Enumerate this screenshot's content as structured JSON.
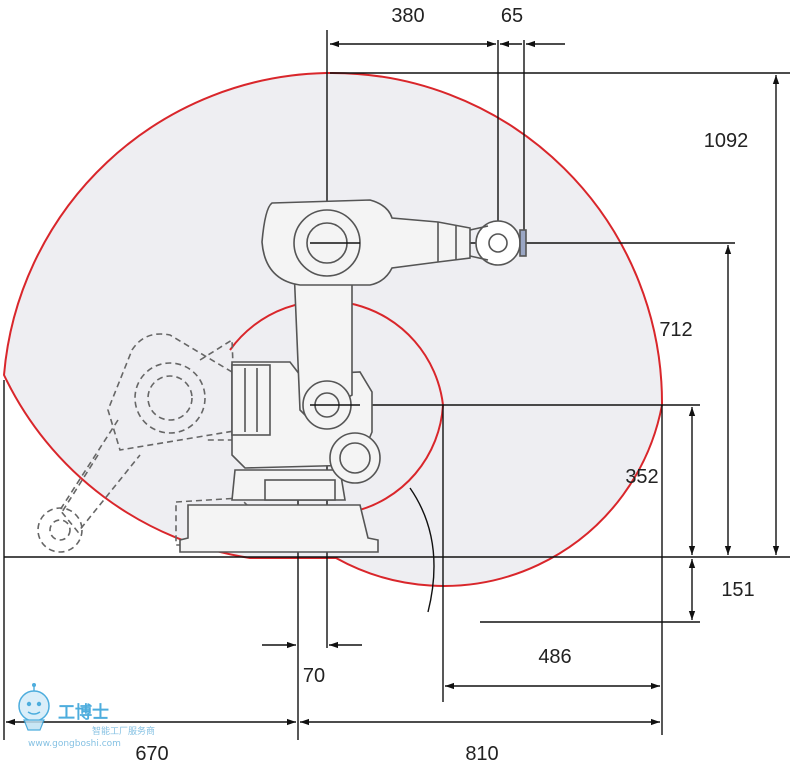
{
  "diagram": {
    "dimensions": {
      "top_380": "380",
      "top_65": "65",
      "right_1092": "1092",
      "right_712": "712",
      "right_352": "352",
      "right_151": "151",
      "bottom_486": "486",
      "bottom_70": "70",
      "bottom_670": "670",
      "bottom_810": "810"
    },
    "colors": {
      "envelope_stroke": "#d9262b",
      "envelope_fill": "#eeeef2",
      "line": "#111111",
      "robot_stroke": "#555555",
      "robot_fill": "#f4f4f4"
    }
  },
  "watermark": {
    "brand": "工博士",
    "tagline": "智能工厂服务商",
    "url": "www.gongboshi.com"
  }
}
